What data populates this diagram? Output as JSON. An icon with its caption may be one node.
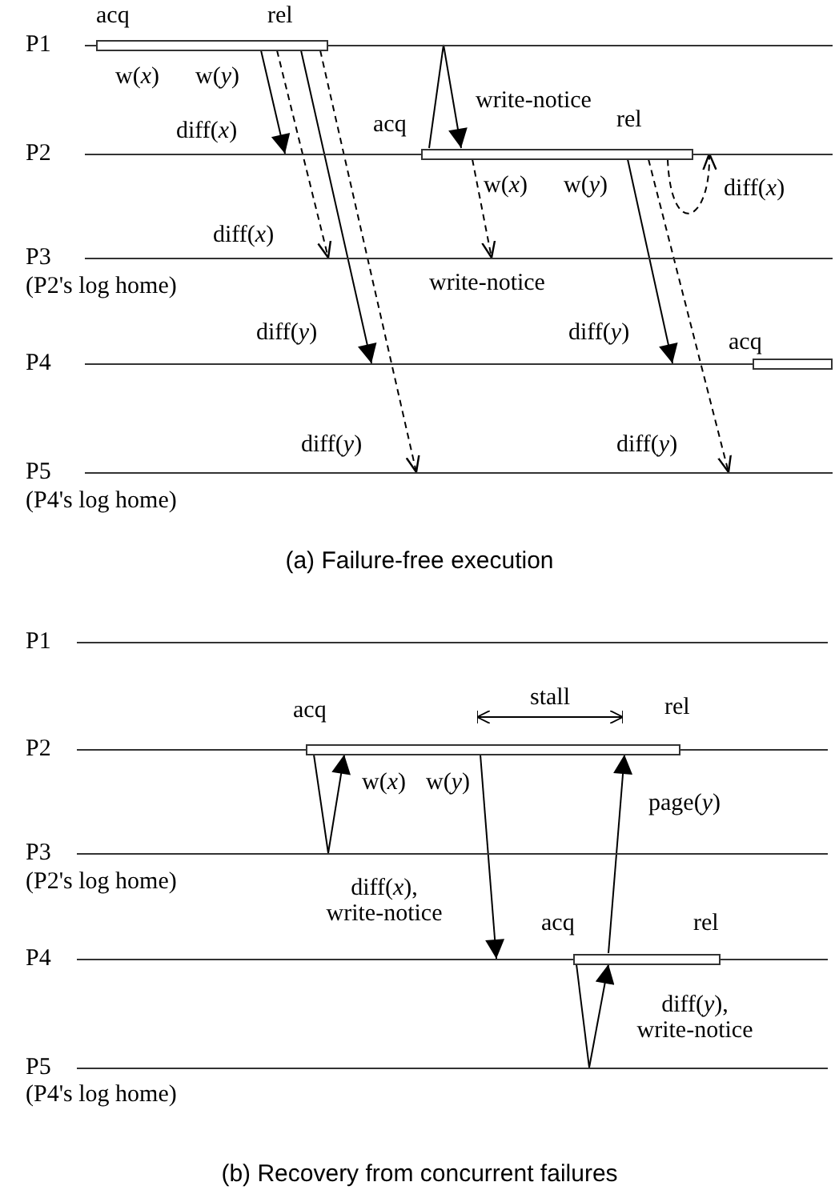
{
  "diagram": {
    "nodes": [
      {
        "text": [
          "P1"
        ]
      },
      {
        "text": [
          "P2"
        ]
      },
      {
        "text": [
          "P3"
        ],
        "beside": [
          "(P2's log home)"
        ]
      },
      {
        "text": [
          "P4"
        ]
      },
      {
        "text": [
          "P5"
        ],
        "beside": [
          "(P4's log home)"
        ]
      },
      {
        "text": [],
        "shape": "bar",
        "beside": [
          "acq",
          "rel"
        ]
      },
      {
        "text": [],
        "shape": "bar",
        "beside": [
          "acq",
          "rel"
        ]
      },
      {
        "text": [],
        "shape": "bar",
        "beside": [
          "acq"
        ]
      },
      {
        "text": [
          "P1"
        ]
      },
      {
        "text": [
          "P2"
        ]
      },
      {
        "text": [
          "P3"
        ],
        "beside": [
          "(P2's log home)"
        ]
      },
      {
        "text": [
          "P4"
        ]
      },
      {
        "text": [
          "P5"
        ],
        "beside": [
          "(P4's log home)"
        ]
      },
      {
        "text": [],
        "shape": "bar",
        "beside": [
          "acq",
          "rel"
        ]
      },
      {
        "text": [],
        "shape": "bar",
        "beside": [
          "acq",
          "rel"
        ]
      }
    ],
    "edges": [
      {
        "from": 5,
        "to": 1,
        "arrow": "to",
        "label": "diff(*x*)"
      },
      {
        "from": 5,
        "to": 2,
        "arrow": "to",
        "label": "diff(*x*)",
        "style": "dashed"
      },
      {
        "from": 5,
        "to": 3,
        "arrow": "to",
        "label": "diff(*y*)"
      },
      {
        "from": 5,
        "to": 4,
        "arrow": "to",
        "label": "diff(*y*)",
        "style": "dashed"
      },
      {
        "from": 6,
        "to": 0,
        "arrow": "none"
      },
      {
        "from": 0,
        "to": 6,
        "arrow": "to",
        "label": "write-notice"
      },
      {
        "from": 6,
        "to": 2,
        "arrow": "to",
        "label": "write-notice",
        "style": "dashed"
      },
      {
        "from": 6,
        "to": 3,
        "arrow": "to",
        "label": "diff(*y*)"
      },
      {
        "from": 6,
        "to": 4,
        "arrow": "to",
        "label": "diff(*y*)",
        "style": "dashed"
      },
      {
        "from": 6,
        "to": 6,
        "arrow": "to",
        "label": "diff(*x*)",
        "style": "dashed"
      },
      {
        "from": 13,
        "to": 10,
        "arrow": "none"
      },
      {
        "from": 10,
        "to": 13,
        "arrow": "to",
        "label": "diff(*x*), write-notice"
      },
      {
        "from": 13,
        "to": 11,
        "arrow": "to"
      },
      {
        "from": 14,
        "to": 13,
        "arrow": "to",
        "label": "page(*y*)"
      },
      {
        "from": 14,
        "to": 12,
        "arrow": "none"
      },
      {
        "from": 12,
        "to": 14,
        "arrow": "to",
        "label": "diff(*y*), write-notice"
      }
    ],
    "labels": [
      "w(*x*)",
      "w(*y*)",
      "w(*x*)",
      "w(*y*)",
      "(a) Failure-free execution",
      "stall",
      "w(*x*)",
      "w(*y*)",
      "(b) Recovery from concurrent failures"
    ]
  }
}
